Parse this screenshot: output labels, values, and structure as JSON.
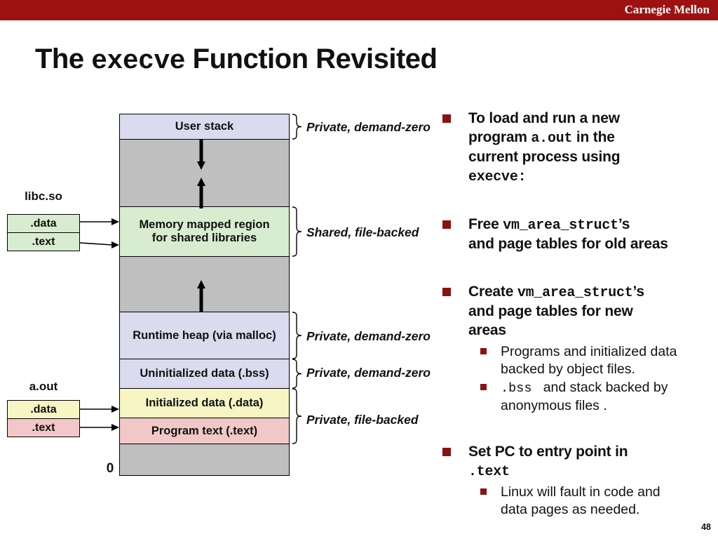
{
  "header": {
    "brand": "Carnegie Mellon"
  },
  "title": {
    "runs": [
      {
        "t": "The "
      },
      {
        "t": "execve",
        "m": true
      },
      {
        "t": " Function Revisited"
      }
    ]
  },
  "colors": {
    "brand_red": "#9E1111",
    "bullet_red": "#8C1111",
    "lavender": "#DBDBEF",
    "gray": "#BFBFBF",
    "green": "#D8ECD0",
    "yellow": "#F6F5C3",
    "pink": "#F1C7C7"
  },
  "diagram": {
    "zero_label": "0",
    "regions": [
      {
        "label": "User stack",
        "color": "#DBDBEF"
      },
      {
        "label": "",
        "color": "#BFBFBF"
      },
      {
        "label": "Memory mapped region",
        "label2": "for shared libraries",
        "color": "#D8ECD0"
      },
      {
        "label": "",
        "color": "#BFBFBF"
      },
      {
        "label": "Runtime heap (via malloc)",
        "color": "#DBDBEF"
      },
      {
        "label": "Uninitialized data (.bss)",
        "color": "#DBDBEF"
      },
      {
        "label": "Initialized data (.data)",
        "color": "#F6F5C3"
      },
      {
        "label": "Program text (.text)",
        "color": "#F1C7C7"
      },
      {
        "label": "",
        "color": "#BFBFBF"
      }
    ],
    "annotations": [
      "Private, demand-zero",
      "Shared, file-backed",
      "Private, demand-zero",
      "Private, demand-zero",
      "Private, file-backed"
    ],
    "libc": {
      "label": "libc.so",
      "sections": [
        ".data",
        ".text"
      ]
    },
    "aout": {
      "label": "a.out",
      "sections": [
        ".data",
        ".text"
      ]
    }
  },
  "bullets": {
    "b1": {
      "runs": [
        {
          "t": "To load and run a new"
        },
        {
          "br": true
        },
        {
          "t": "program "
        },
        {
          "t": "a.out",
          "m": true
        },
        {
          "t": " in the"
        },
        {
          "br": true
        },
        {
          "t": "current process using"
        },
        {
          "br": true
        },
        {
          "t": "execve:",
          "m": true
        }
      ]
    },
    "b2": {
      "runs": [
        {
          "t": "Free "
        },
        {
          "t": "vm_area_struct",
          "m": true
        },
        {
          "t": "’s"
        },
        {
          "br": true
        },
        {
          "t": "and page tables for old areas"
        }
      ]
    },
    "b3": {
      "runs": [
        {
          "t": "Create "
        },
        {
          "t": "vm_area_struct",
          "m": true
        },
        {
          "t": "’s"
        },
        {
          "br": true
        },
        {
          "t": "and page tables for new"
        },
        {
          "br": true
        },
        {
          "t": "areas"
        }
      ]
    },
    "s1": {
      "runs": [
        {
          "t": "Programs and initialized data"
        },
        {
          "br": true
        },
        {
          "t": "backed by object files."
        }
      ]
    },
    "s2": {
      "runs": [
        {
          "t": ".bss",
          "m": true
        },
        {
          "t": "   and stack backed by"
        },
        {
          "br": true
        },
        {
          "t": "anonymous files ."
        }
      ]
    },
    "b4": {
      "runs": [
        {
          "t": "Set PC to entry point in"
        },
        {
          "br": true
        },
        {
          "t": ".text",
          "m": true
        }
      ]
    },
    "s3": {
      "runs": [
        {
          "t": "Linux will fault in code and"
        },
        {
          "br": true
        },
        {
          "t": "data pages as needed."
        }
      ]
    }
  },
  "footer": {
    "page_number": "48"
  }
}
